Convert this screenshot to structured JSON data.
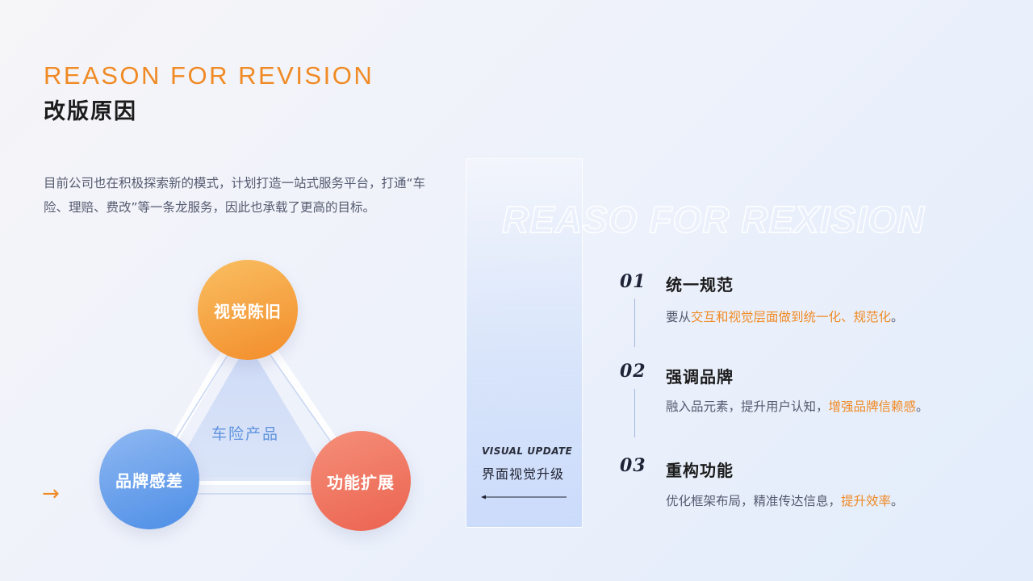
{
  "header": {
    "en_title": "REASON FOR REVISION",
    "cn_title": "改版原因"
  },
  "intro": {
    "text": "目前公司也在积极探索新的模式，计划打造一站式服务平台，打通“车险、理赔、费改”等一条龙服务，因此也承载了更高的目标。"
  },
  "diagram": {
    "center_label": "车险产品",
    "nodes": [
      {
        "label": "视觉陈旧",
        "color": "#f38c2a"
      },
      {
        "label": "品牌感差",
        "color": "#4d8ee6"
      },
      {
        "label": "功能扩展",
        "color": "#eb6350"
      }
    ]
  },
  "panel": {
    "en_label": "VISUAL UPDATE",
    "cn_label": "界面视觉升级"
  },
  "watermark": {
    "text": "REASO FOR REXISION"
  },
  "items": [
    {
      "num": "01",
      "title": "统一规范",
      "desc_prefix": "要从",
      "desc_highlight": "交互和视觉层面做到统一化、规范化",
      "desc_suffix": "。"
    },
    {
      "num": "02",
      "title": "强调品牌",
      "desc_prefix": "融入品元素，提升用户认知，",
      "desc_highlight": "增强品牌信赖感",
      "desc_suffix": "。"
    },
    {
      "num": "03",
      "title": "重构功能",
      "desc_prefix": "优化框架布局，精准传达信息，",
      "desc_highlight": "提升效率",
      "desc_suffix": "。"
    }
  ],
  "colors": {
    "accent": "#f08a24",
    "blue": "#4d8ee6",
    "red": "#eb6350"
  },
  "icons": {
    "left_arrow": "arrow-right-icon",
    "panel_arrow": "arrow-left-icon"
  }
}
